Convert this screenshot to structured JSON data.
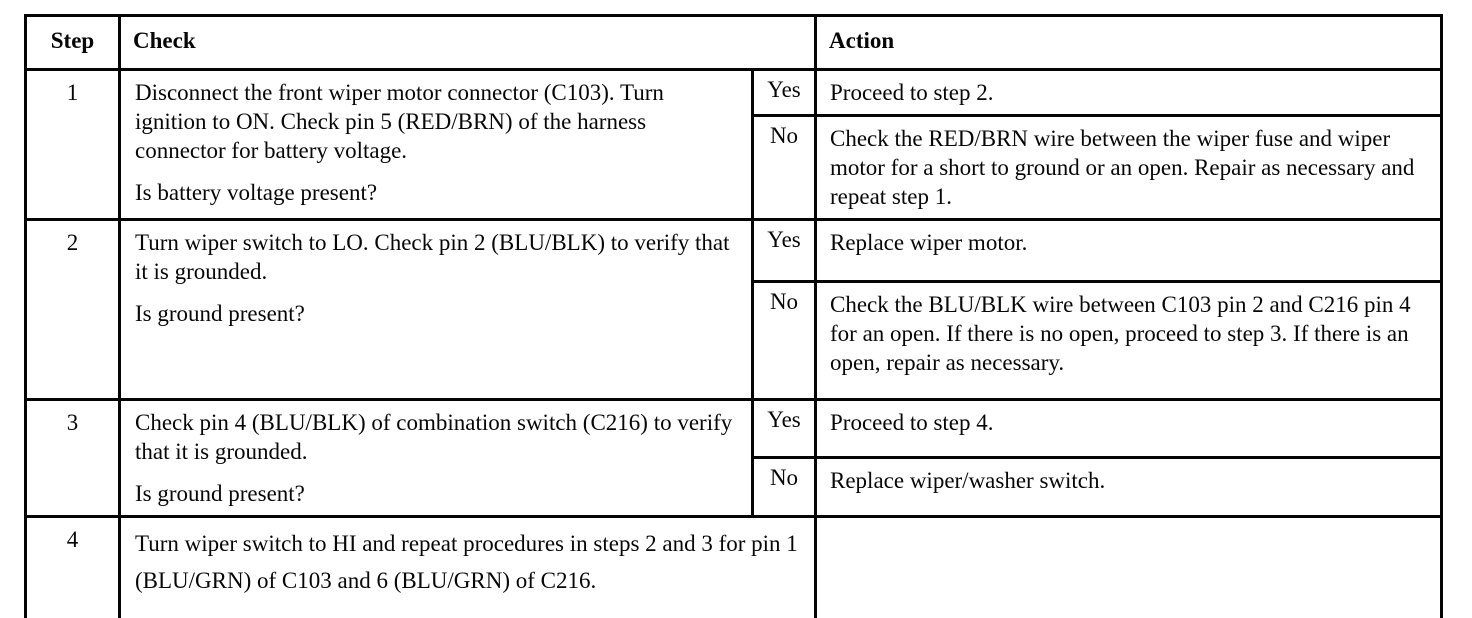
{
  "table": {
    "headers": {
      "step": "Step",
      "check": "Check",
      "action": "Action"
    },
    "yes_label": "Yes",
    "no_label": "No",
    "rows": [
      {
        "step": "1",
        "check_main": "Disconnect the front wiper motor connector (C103). Turn ignition to ON. Check pin 5 (RED/BRN) of the harness connector for battery voltage.",
        "check_question": "Is battery voltage present?",
        "yes_action": "Proceed to step 2.",
        "no_action": "Check the RED/BRN wire between the wiper fuse and wiper motor for a short to ground or an open. Repair as necessary and repeat step 1."
      },
      {
        "step": "2",
        "check_main": "Turn wiper switch to LO. Check pin 2 (BLU/BLK) to verify that it is grounded.",
        "check_question": "Is ground present?",
        "yes_action": "Replace wiper motor.",
        "no_action": "Check the BLU/BLK wire between C103 pin 2 and C216 pin 4 for an open.  If there is no open, proceed to step 3. If there is an open, repair as necessary."
      },
      {
        "step": "3",
        "check_main": "Check pin 4 (BLU/BLK) of combination switch (C216) to verify that it is grounded.",
        "check_question": "Is ground present?",
        "yes_action": "Proceed to step 4.",
        "no_action": "Replace wiper/washer switch."
      },
      {
        "step": "4",
        "check_main": "Turn wiper switch to HI and repeat procedures in steps 2 and 3 for pin 1 (BLU/GRN) of C103 and 6 (BLU/GRN) of C216.",
        "check_question": "",
        "yes_action": "",
        "no_action": ""
      }
    ]
  }
}
